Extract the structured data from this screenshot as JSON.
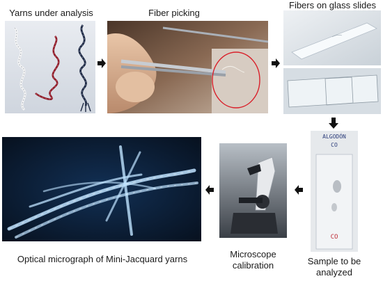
{
  "steps": {
    "yarns": {
      "label": "Yarns under analysis"
    },
    "picking": {
      "label": "Fiber picking"
    },
    "slides": {
      "label": "Fibers on glass slides"
    },
    "sample": {
      "line1": "Sample to be",
      "line2": "analyzed",
      "slide_text_top": "ALGODÓN",
      "slide_text_code": "CO",
      "slide_text_bottom": "CO"
    },
    "calibration": {
      "line1": "Microscope",
      "line2": "calibration"
    },
    "micrograph": {
      "label": "Optical micrograph of Mini-Jacquard yarns"
    }
  },
  "colors": {
    "arrow": "#111111",
    "highlight_circle": "#d9202a",
    "micrograph_bg": "#0b1a2e",
    "fiber": "#bfe3ff"
  }
}
